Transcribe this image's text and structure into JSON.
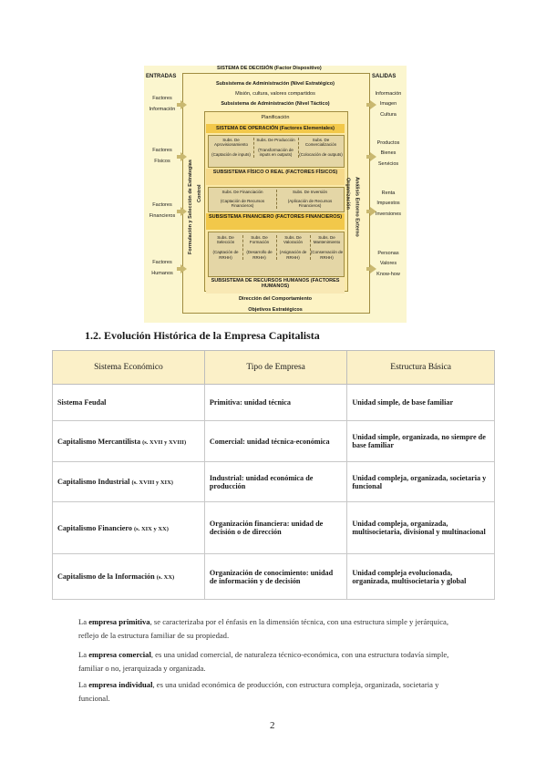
{
  "diagram": {
    "top_caption": "SISTEMA DE DECISIÓN (Factor Dispositivo)",
    "entradas_label": "ENTRADAS",
    "salidas_label": "SALIDAS",
    "subsistema_admin_estrategico": "Subsistema de Administración (Nivel Estratégico)",
    "mision": "Misión, cultura, valores compartidos",
    "subsistema_admin_tactico": "Subsistema de Administración (Nivel Táctico)",
    "planificacion": "Planificación",
    "sistema_operacion": "SISTEMA DE OPERACIÓN (Factores Elementales)",
    "operacion_cells": [
      {
        "title": "Subs. De Aprovisionamiento",
        "sub": "(Captación de inputs)"
      },
      {
        "title": "Subs. De Producción",
        "sub": "(Transformación de inputs en outputs)"
      },
      {
        "title": "Subs. De Comercialización",
        "sub": "(Colocación de outputs)"
      }
    ],
    "subsistema_fisico": "SUBSISTEMA FÍSICO O REAL (FACTORES FÍSICOS)",
    "fisico_cells": [
      {
        "title": "Subs. De Financiación",
        "sub": "(Captación de Recursos Financieros)"
      },
      {
        "title": "Subs. De Inversión",
        "sub": "(Aplicación de Recursos Financieros)"
      }
    ],
    "subsistema_financiero": "SUBSISTEMA FINANCIERO (FACTORES FINANCIEROS)",
    "humanos_cells": [
      {
        "title": "Subs. De Selección",
        "sub": "(Captación de RRHH)"
      },
      {
        "title": "Subs. De Formación",
        "sub": "(Desarrollo de RRHH)"
      },
      {
        "title": "Subs. De Valoración",
        "sub": "(Asignación de RRHH)"
      },
      {
        "title": "Subs. De Mantenimiento",
        "sub": "(Conservación de RRHH)"
      }
    ],
    "subsistema_humano": "SUBSISTEMA DE RECURSOS HUMANOS (FACTORES HUMANOS)",
    "direccion": "Dirección del Comportamiento",
    "objetivos": "Objetivos Estratégicos",
    "left_vertical": "Formulación y Selección de Estrategias",
    "left_vertical_2": "Control",
    "right_vertical": "Análisis Entorno Externo",
    "right_vertical_2": "Organización",
    "inputs": [
      {
        "line1": "Factores",
        "line2": "Información"
      },
      {
        "line1": "Factores",
        "line2": "Físicos"
      },
      {
        "line1": "Factores",
        "line2": "Financieros"
      },
      {
        "line1": "Factores",
        "line2": "Humanos"
      }
    ],
    "outputs": [
      {
        "line1": "Información",
        "line2": "Imagen",
        "line3": "Cultura"
      },
      {
        "line1": "Productos",
        "line2": "Bienes",
        "line3": "Servicios"
      },
      {
        "line1": "Renta",
        "line2": "Impuestos",
        "line3": "Inversiones"
      },
      {
        "line1": "Personas",
        "line2": "Valores",
        "line3": "Know-how"
      }
    ]
  },
  "section": {
    "number": "1.2.",
    "title": "Evolución Histórica de la Empresa Capitalista"
  },
  "table": {
    "headers": [
      "Sistema Económico",
      "Tipo de Empresa",
      "Estructura Básica"
    ],
    "rows": [
      {
        "sistema": "Sistema Feudal",
        "periodo": "",
        "tipo": "Primitiva: unidad técnica",
        "estructura": "Unidad simple, de base familiar"
      },
      {
        "sistema": "Capitalismo Mercantilista",
        "periodo": "(s. XVII y XVIII)",
        "tipo": "Comercial: unidad técnica-económica",
        "estructura": "Unidad simple, organizada, no siempre de base familiar"
      },
      {
        "sistema": "Capitalismo Industrial",
        "periodo": "(s. XVIII y XIX)",
        "tipo": "Industrial: unidad económica de producción",
        "estructura": "Unidad compleja, organizada, societaria y funcional"
      },
      {
        "sistema": "Capitalismo Financiero",
        "periodo": "(s. XIX y XX)",
        "tipo": "Organización financiera: unidad de decisión o de dirección",
        "estructura": "Unidad compleja, organizada, multisocietaria, divisional y multinacional"
      },
      {
        "sistema": "Capitalismo de la Información",
        "periodo": "(s. XX)",
        "tipo": "Organización de conocimiento: unidad de información y de decisión",
        "estructura": "Unidad compleja evolucionada, organizada, multisocietaria y global"
      }
    ]
  },
  "paragraphs": [
    {
      "prefix": "La ",
      "bold": "empresa primitiva",
      "rest": ", se caracterizaba por el énfasis en la dimensión técnica, con una estructura simple y jerárquica, reflejo de la estructura familiar de su propiedad."
    },
    {
      "prefix": "La ",
      "bold": "empresa comercial",
      "rest": ", es una unidad comercial, de naturaleza técnico-económica, con una estructura todavía simple, familiar o no, jerarquizada y organizada."
    },
    {
      "prefix": "La ",
      "bold": "empresa individual",
      "rest": ", es una unidad económica de producción, con estructura compleja, organizada, societaria y funcional."
    }
  ],
  "page_number": "2",
  "colors": {
    "diagram_background": "#fbf6cf",
    "band_dark": "#f2c84a",
    "band_mid": "#f5d98a",
    "band_light": "#f8e8b4",
    "cell_grey": "#e4d6a6",
    "table_header": "#fbf0c8"
  }
}
